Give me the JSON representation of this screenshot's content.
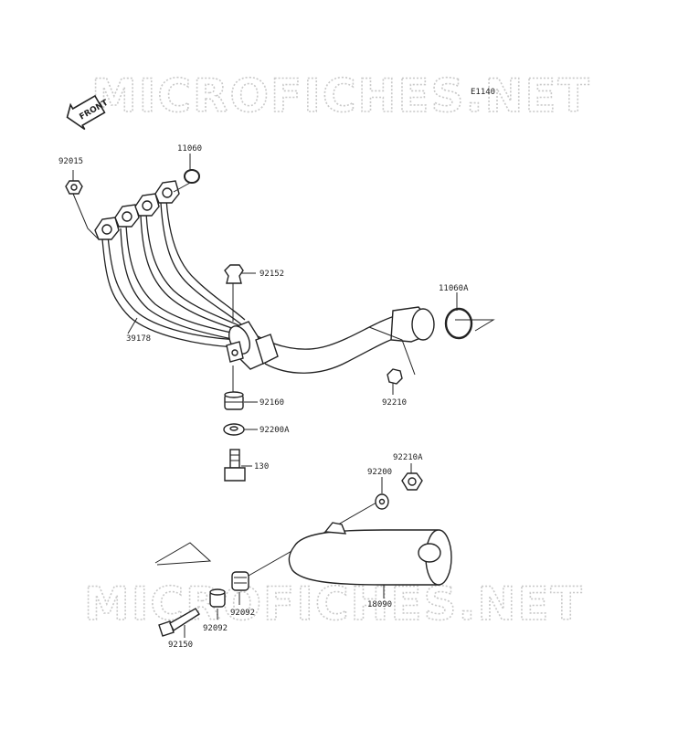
{
  "watermark": {
    "text": "MICROFICHES.NET"
  },
  "diagram_code": "E1140",
  "front_label": "FRONT",
  "part_labels": {
    "p92015": "92015",
    "p11060": "11060",
    "p92152": "92152",
    "p11060A": "11060A",
    "p39178": "39178",
    "p92160": "92160",
    "p92210": "92210",
    "p92200A": "92200A",
    "p130": "130",
    "p92210A": "92210A",
    "p92200": "92200",
    "p92092a": "92092",
    "p92092b": "92092",
    "p18090": "18090",
    "p92150": "92150"
  }
}
